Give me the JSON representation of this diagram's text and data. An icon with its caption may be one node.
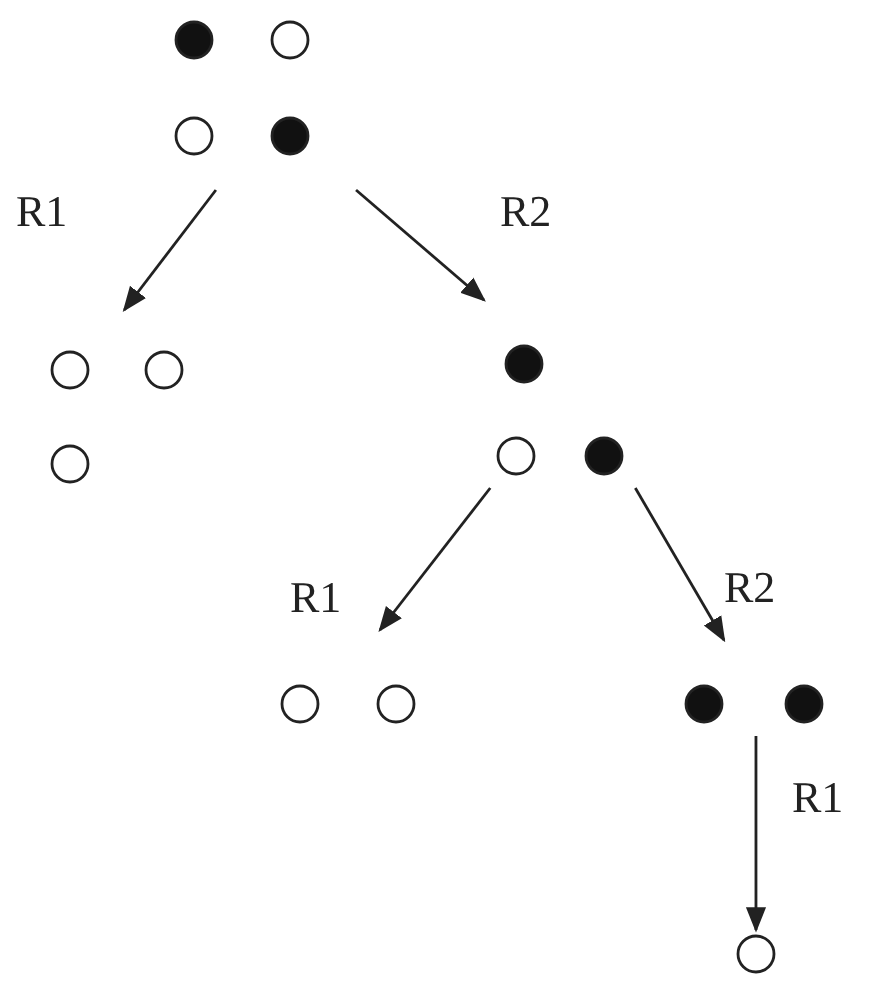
{
  "diagram": {
    "nodes": [
      {
        "text": [],
        "shape": "picture"
      },
      {
        "text": [],
        "shape": "picture"
      },
      {
        "text": [],
        "shape": "picture"
      },
      {
        "text": [],
        "shape": "picture"
      },
      {
        "text": [],
        "shape": "picture"
      },
      {
        "text": [],
        "shape": "circle"
      }
    ],
    "edges": [
      {
        "from": 0,
        "to": 1,
        "arrow": "to",
        "label": "R1"
      },
      {
        "from": 0,
        "to": 2,
        "arrow": "to",
        "label": "R2"
      },
      {
        "from": 2,
        "to": 3,
        "arrow": "to",
        "label": "R1"
      },
      {
        "from": 2,
        "to": 4,
        "arrow": "to",
        "label": "R2"
      },
      {
        "from": 4,
        "to": 5,
        "arrow": "to",
        "label": "R1"
      }
    ]
  }
}
